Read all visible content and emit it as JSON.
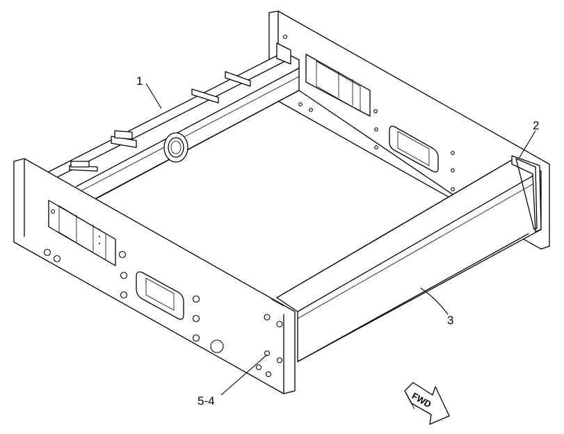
{
  "callouts": {
    "c1": "1",
    "c2": "2",
    "c3": "3",
    "c4": "5-4"
  },
  "fwd_arrow": {
    "label": "FWD"
  }
}
